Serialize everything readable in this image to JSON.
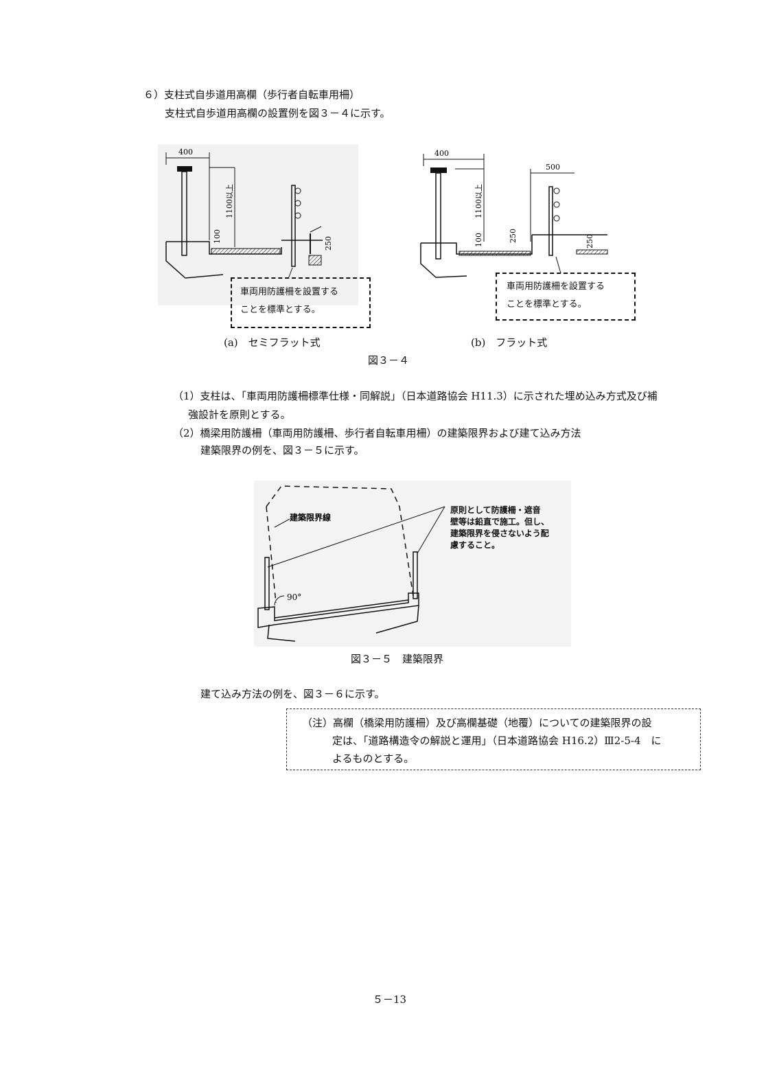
{
  "section": {
    "heading": "６）支柱式自歩道用高欄（歩行者自転車用柵）",
    "intro": "支柱式自歩道用高欄の設置例を図３－４に示す。"
  },
  "fig34": {
    "a": {
      "dim_top": "400",
      "dim_height": "1100以上",
      "dim_curb": "100",
      "dim_right": "250",
      "note_line1": "車両用防護柵を設置する",
      "note_line2": "ことを標準とする。",
      "caption": "(a)　セミフラット式"
    },
    "b": {
      "dim_top": "400",
      "dim_top2": "500",
      "dim_height": "1100以上",
      "dim_curb": "100",
      "dim_mid": "250",
      "dim_right": "250",
      "note_line1": "車両用防護柵を設置する",
      "note_line2": "ことを標準とする。",
      "caption": "(b)　フラット式"
    },
    "caption": "図３－４"
  },
  "items": {
    "item1_line1": "（1）支柱は、「車両用防護柵標準仕様・同解説」（日本道路協会 H11.3）に示された埋め込み方式及び補",
    "item1_line2": "強設計を原則とする。",
    "item2_line1": "（2）橋梁用防護柵（車両用防護柵、歩行者自転車用柵）の建築限界および建て込み方法",
    "item2_line2": "建築限界の例を、図３－５に示す。"
  },
  "fig35": {
    "label_line": "建築限界線",
    "angle": "90°",
    "note_line1": "原則として防護柵・遮音",
    "note_line2": "壁等は鉛直で施工。但し、",
    "note_line3": "建築限界を侵さないよう配",
    "note_line4": "慮すること。",
    "caption": "図３－５　建築限界"
  },
  "method_text": "建て込み方法の例を、図３－６に示す。",
  "note": {
    "line1": "（注）高欄（橋梁用防護柵）及び高欄基礎（地覆）についての建築限界の設",
    "line2": "定は、「道路構造令の解説と運用」（日本道路協会 H16.2）Ⅲ2-5-4　に",
    "line3": "よるものとする。"
  },
  "page_number": "５－13"
}
